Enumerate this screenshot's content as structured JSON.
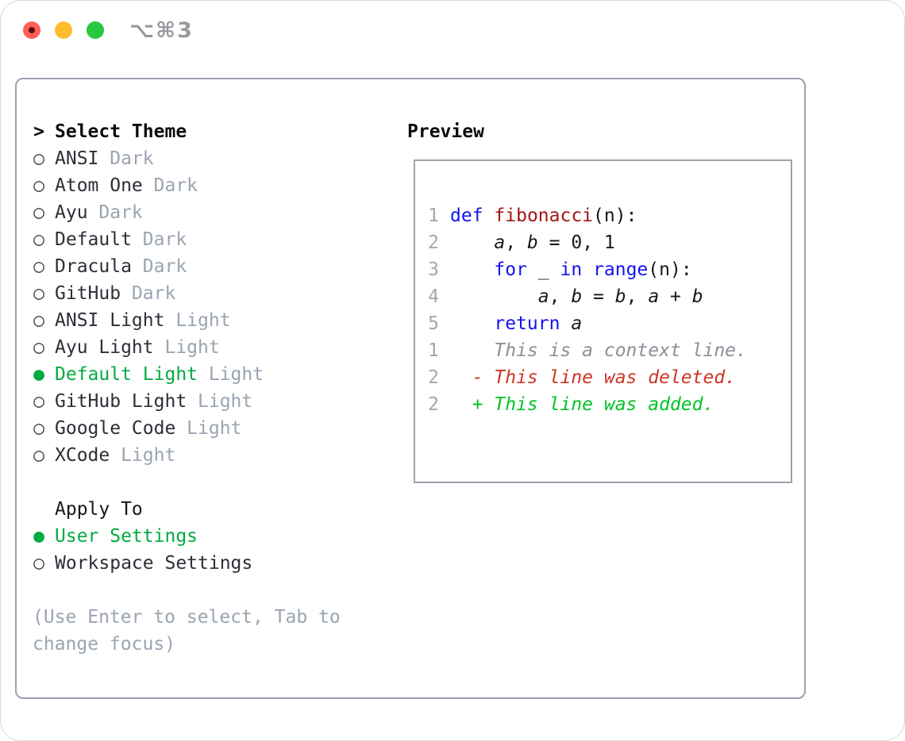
{
  "window": {
    "shortcut_label": "⌥⌘3",
    "traffic_lights": [
      {
        "name": "close"
      },
      {
        "name": "minimize"
      },
      {
        "name": "zoom"
      }
    ]
  },
  "theme_list": {
    "prompt": ">",
    "header": "Select Theme",
    "unselected_marker": "○",
    "selected_marker": "●",
    "items": [
      {
        "name": "ANSI",
        "tag": "Dark",
        "selected": false
      },
      {
        "name": "Atom One",
        "tag": "Dark",
        "selected": false
      },
      {
        "name": "Ayu",
        "tag": "Dark",
        "selected": false
      },
      {
        "name": "Default",
        "tag": "Dark",
        "selected": false
      },
      {
        "name": "Dracula",
        "tag": "Dark",
        "selected": false
      },
      {
        "name": "GitHub",
        "tag": "Dark",
        "selected": false
      },
      {
        "name": "ANSI Light",
        "tag": "Light",
        "selected": false
      },
      {
        "name": "Ayu Light",
        "tag": "Light",
        "selected": false
      },
      {
        "name": "Default Light",
        "tag": "Light",
        "selected": true
      },
      {
        "name": "GitHub Light",
        "tag": "Light",
        "selected": false
      },
      {
        "name": "Google Code",
        "tag": "Light",
        "selected": false
      },
      {
        "name": "XCode",
        "tag": "Light",
        "selected": false
      }
    ]
  },
  "apply_to": {
    "header": "Apply To",
    "options": [
      {
        "name": "User Settings",
        "selected": true
      },
      {
        "name": "Workspace Settings",
        "selected": false
      }
    ]
  },
  "hint": {
    "line1": "(Use Enter to select, Tab to",
    "line2": "change focus)"
  },
  "preview": {
    "header": "Preview",
    "code_lines": [
      {
        "num": "1",
        "segments": [
          {
            "t": "def",
            "c": "kw"
          },
          {
            "t": " ",
            "c": "plain"
          },
          {
            "t": "fibonacci",
            "c": "fn"
          },
          {
            "t": "(n):",
            "c": "plain"
          }
        ]
      },
      {
        "num": "2",
        "segments": [
          {
            "t": "    ",
            "c": "plain"
          },
          {
            "t": "a",
            "c": "plain",
            "i": true
          },
          {
            "t": ", ",
            "c": "plain"
          },
          {
            "t": "b",
            "c": "plain",
            "i": true
          },
          {
            "t": " = 0, 1",
            "c": "plain"
          }
        ]
      },
      {
        "num": "3",
        "segments": [
          {
            "t": "    ",
            "c": "plain"
          },
          {
            "t": "for",
            "c": "kw"
          },
          {
            "t": " _ ",
            "c": "plain"
          },
          {
            "t": "in",
            "c": "kw"
          },
          {
            "t": " ",
            "c": "plain"
          },
          {
            "t": "range",
            "c": "kw"
          },
          {
            "t": "(n):",
            "c": "plain"
          }
        ]
      },
      {
        "num": "4",
        "segments": [
          {
            "t": "        ",
            "c": "plain"
          },
          {
            "t": "a",
            "c": "plain",
            "i": true
          },
          {
            "t": ", ",
            "c": "plain"
          },
          {
            "t": "b",
            "c": "plain",
            "i": true
          },
          {
            "t": " = ",
            "c": "plain"
          },
          {
            "t": "b",
            "c": "plain",
            "i": true
          },
          {
            "t": ", ",
            "c": "plain"
          },
          {
            "t": "a",
            "c": "plain",
            "i": true
          },
          {
            "t": " + ",
            "c": "plain"
          },
          {
            "t": "b",
            "c": "plain",
            "i": true
          }
        ]
      },
      {
        "num": "5",
        "segments": [
          {
            "t": "    ",
            "c": "plain"
          },
          {
            "t": "return",
            "c": "kw"
          },
          {
            "t": " ",
            "c": "plain"
          },
          {
            "t": "a",
            "c": "plain",
            "i": true
          }
        ]
      },
      {
        "num": "",
        "segments": []
      },
      {
        "num": "1",
        "segments": [
          {
            "t": "    This is a context line.",
            "c": "ctx",
            "i": true
          }
        ]
      },
      {
        "num": "2",
        "segments": [
          {
            "t": "  - This line was deleted.",
            "c": "del",
            "i": true
          }
        ]
      },
      {
        "num": "2",
        "segments": [
          {
            "t": "  + This line was added.",
            "c": "add",
            "i": true
          }
        ]
      }
    ]
  },
  "colors": {
    "keyword": "#1212ee",
    "function_name": "#a31515",
    "plain": "#17181c",
    "line_number": "#9fa8b4",
    "context": "#8b9097",
    "deleted": "#cd3626",
    "added": "#00c426",
    "selected_green": "#00ab40",
    "muted": "#9aa4b1",
    "label": "#2b2f37",
    "border": "#9aa3af",
    "traffic_red": "#ff5f57",
    "traffic_yellow": "#febc2e",
    "traffic_green": "#28c840",
    "shortcut_gray": "#98989e"
  }
}
